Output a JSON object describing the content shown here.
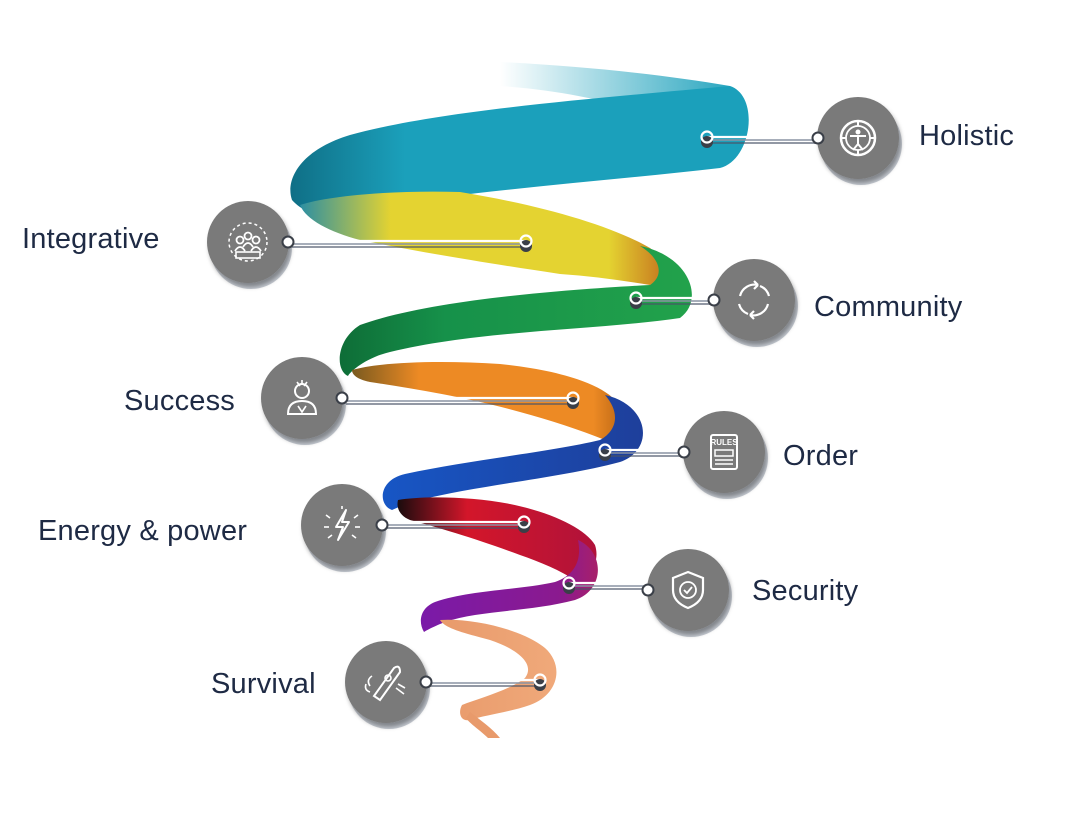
{
  "spiral": {
    "colors": {
      "teal": "#1ba0bb",
      "yellow": "#e4d331",
      "green": "#16914a",
      "orange": "#ed8a24",
      "blue": "#1756c5",
      "red": "#d3162a",
      "purple": "#7a1aa8",
      "peach": "#f0a97a"
    },
    "node_color": "#7a7a7a",
    "connector_color": "#8a93a3",
    "label_color": "#1e2a44"
  },
  "levels": [
    {
      "id": "holistic",
      "label": "Holistic",
      "icon": "compass-person-icon",
      "side": "right"
    },
    {
      "id": "integrative",
      "label": "Integrative",
      "icon": "people-network-icon",
      "side": "left"
    },
    {
      "id": "community",
      "label": "Community",
      "icon": "cycle-arrows-icon",
      "side": "right"
    },
    {
      "id": "success",
      "label": "Success",
      "icon": "person-achiever-icon",
      "side": "left"
    },
    {
      "id": "order",
      "label": "Order",
      "icon": "rules-book-icon",
      "side": "right"
    },
    {
      "id": "energy",
      "label": "Energy & power",
      "icon": "lightning-icon",
      "side": "left"
    },
    {
      "id": "security",
      "label": "Security",
      "icon": "shield-check-icon",
      "side": "right"
    },
    {
      "id": "survival",
      "label": "Survival",
      "icon": "survival-knife-icon",
      "side": "left"
    }
  ],
  "rules_text": "RULES"
}
